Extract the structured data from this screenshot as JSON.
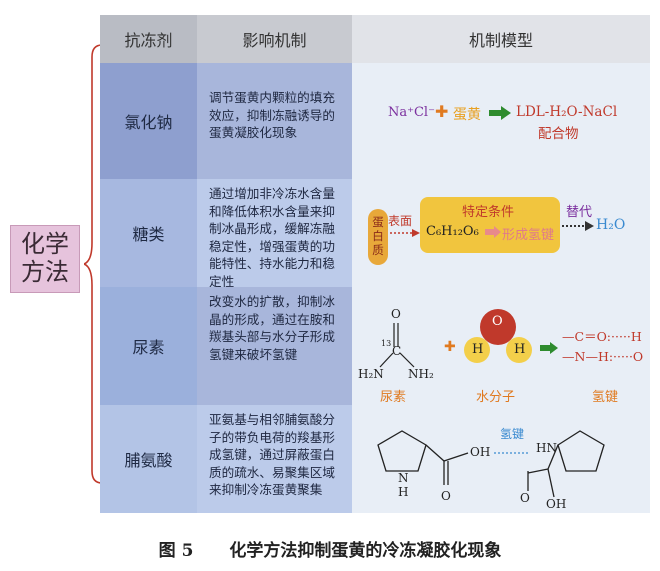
{
  "category": {
    "line1": "化学",
    "line2": "方法"
  },
  "headers": {
    "col1": "抗冻剂",
    "col2": "影响机制",
    "col3": "机制模型"
  },
  "rows": [
    {
      "name": "氯化钠",
      "desc": "调节蛋黄内颗粒的填充效应，抑制冻融诱导的蛋黄凝胶化现象"
    },
    {
      "name": "糖类",
      "desc": "通过增加非冷冻水含量和降低体积水含量来抑制冰晶形成，缓解冻融稳定性，增强蛋黄的功能特性、持水能力和稳定性"
    },
    {
      "name": "尿素",
      "desc": "改变水的扩散，抑制冰晶的形成，通过在胺和羰基头部与水分子形成氢键来破坏氢键"
    },
    {
      "name": "脯氨酸",
      "desc": "亚氨基与相邻脯氨酸分子的带负电荷的羧基形成氢键，通过屏蔽蛋白质的疏水、易聚集区域来抑制冷冻蛋黄聚集"
    }
  ],
  "models": {
    "nacl": {
      "ion": "Na⁺Cl⁻",
      "plus": "✚",
      "yolk": "蛋黄",
      "product": "LDL-H₂O-NaCl",
      "product2": "配合物"
    },
    "sugar": {
      "protein": "蛋白质",
      "surface": "表面",
      "condition": "特定条件",
      "formula": "C₆H₁₂O₆",
      "hbond": "形成氢键",
      "replace": "替代",
      "water": "H₂O"
    },
    "urea": {
      "o": "O",
      "c13": "13",
      "c": "C",
      "nh2a": "H₂N",
      "nh2b": "NH₂",
      "label_urea": "尿素",
      "plus": "✚",
      "water_o": "O",
      "water_h": "H",
      "label_water": "水分子",
      "bond1": "—C＝O:·····H",
      "bond2": "—N—H:·····O",
      "label_hbond": "氢键"
    },
    "proline": {
      "hbond": "氢键",
      "oh": "OH",
      "n": "N",
      "h": "H",
      "o": "O",
      "hn": "HN"
    }
  },
  "caption": {
    "fig": "图 5",
    "title": "化学方法抑制蛋黄的冷冻凝胶化现象"
  },
  "colors": {
    "row1": "#8e9fcf",
    "row2": "#a7b8e0",
    "row3": "#9bb0dc",
    "row4": "#b3c4e6",
    "desc1": "#a8b6db",
    "desc2": "#bccbea",
    "accent_red": "#c0392b",
    "accent_green": "#2e8b2e",
    "yolk": "#e8a83a"
  }
}
